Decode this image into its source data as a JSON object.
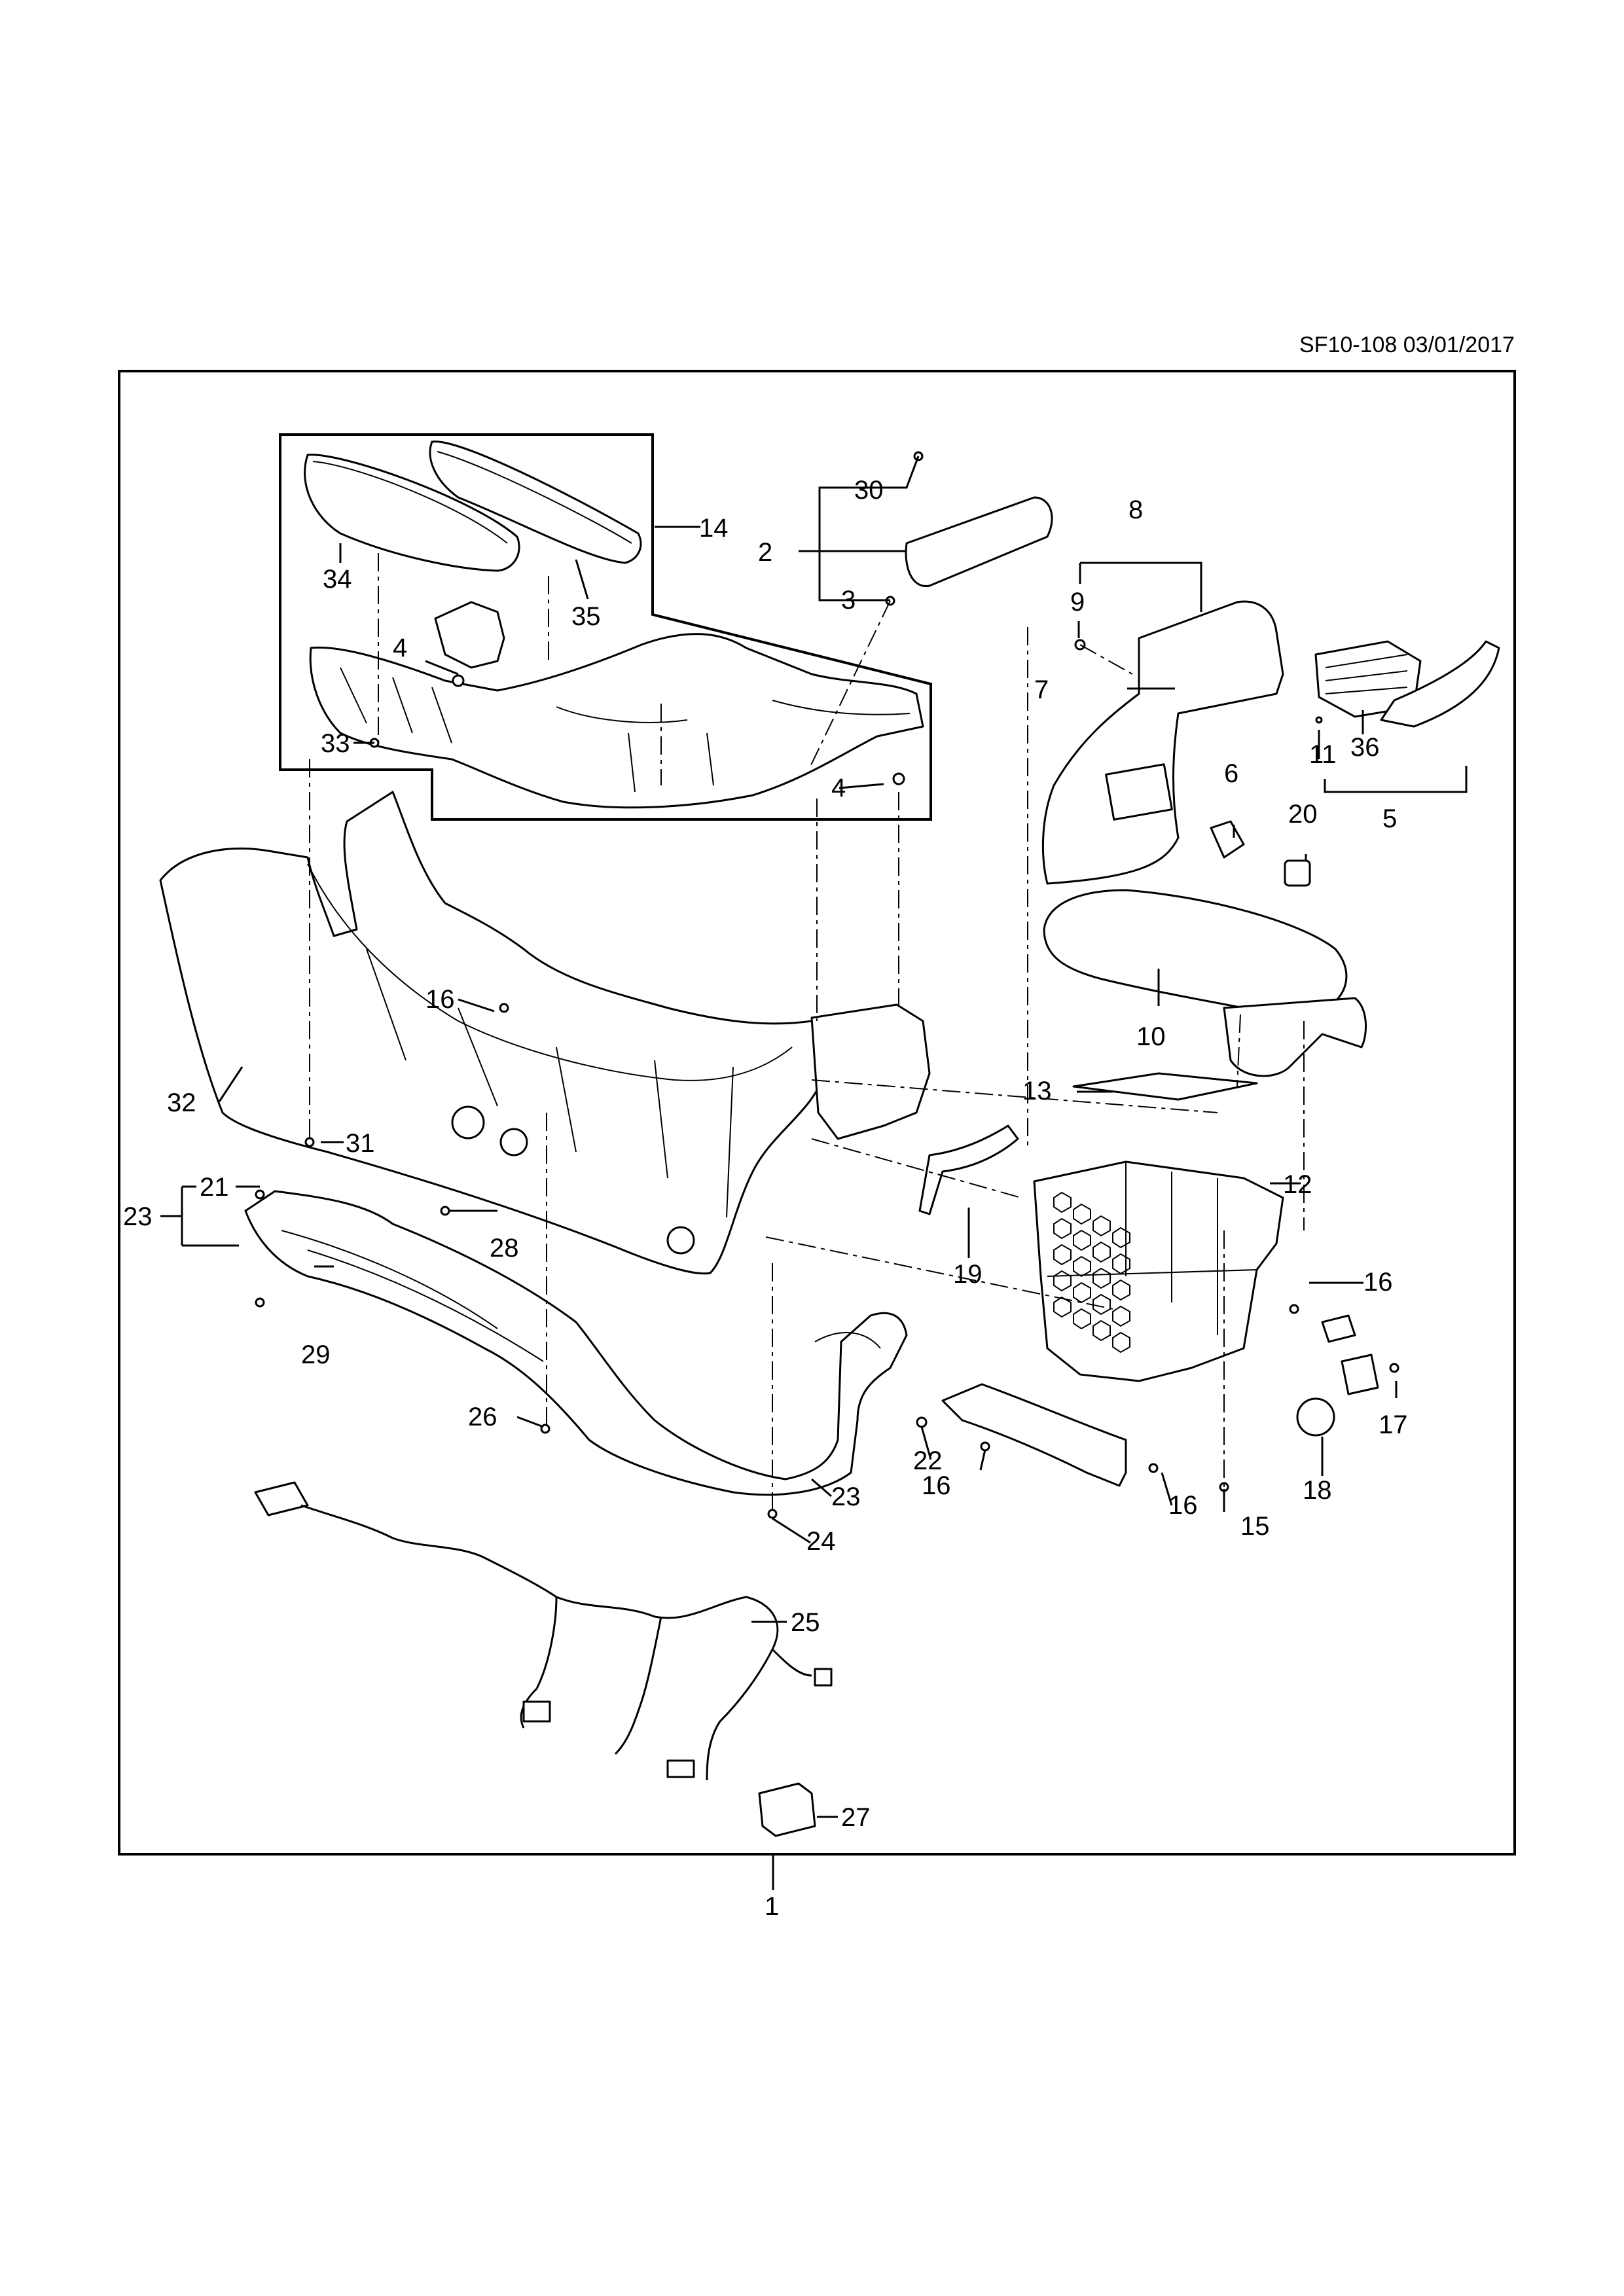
{
  "header": {
    "doc_ref": "SF10-108 03/01/2017"
  },
  "callouts": {
    "c1": "1",
    "c2": "2",
    "c3": "3",
    "c4a": "4",
    "c4b": "4",
    "c5": "5",
    "c6": "6",
    "c7": "7",
    "c8": "8",
    "c9": "9",
    "c10": "10",
    "c11": "11",
    "c12": "12",
    "c13": "13",
    "c14": "14",
    "c15": "15",
    "c16a": "16",
    "c16b": "16",
    "c16c": "16",
    "c16d": "16",
    "c17": "17",
    "c18": "18",
    "c19": "19",
    "c20": "20",
    "c21": "21",
    "c22": "22",
    "c23a": "23",
    "c23b": "23",
    "c24": "24",
    "c25": "25",
    "c26": "26",
    "c27": "27",
    "c28": "28",
    "c29": "29",
    "c30": "30",
    "c31": "31",
    "c32": "32",
    "c33": "33",
    "c34": "34",
    "c35": "35",
    "c36": "36"
  }
}
